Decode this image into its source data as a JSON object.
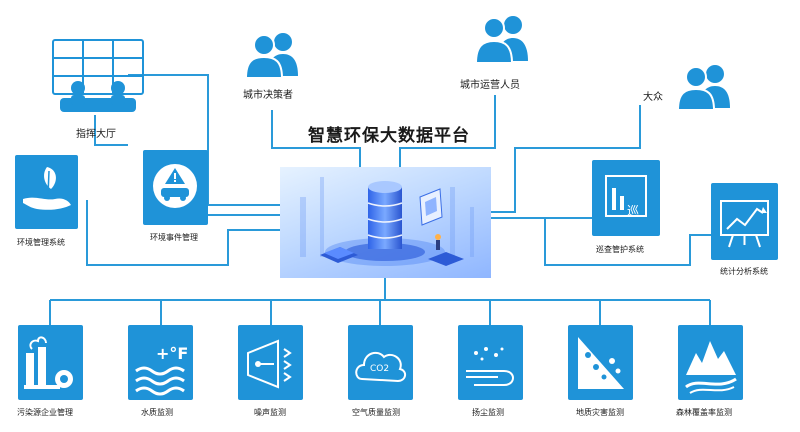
{
  "center": {
    "title": "智慧环保大数据平台"
  },
  "actors": {
    "command_hall": "指挥大厅",
    "city_decision_makers": "城市决策者",
    "city_operators": "城市运营人员",
    "public": "大众"
  },
  "systems": {
    "env_management": "环境管理系统",
    "env_event_management": "环境事件管理",
    "patrol_management": "巡查管护系统",
    "statistics_analysis": "统计分析系统"
  },
  "monitoring": [
    {
      "label": "污染源企业管理",
      "icon": "factory-icon"
    },
    {
      "label": "水质监测",
      "icon": "water-temperature-icon"
    },
    {
      "label": "噪声监测",
      "icon": "speaker-icon"
    },
    {
      "label": "空气质量监测",
      "icon": "co2-cloud-icon",
      "icon_text": "CO2"
    },
    {
      "label": "扬尘监测",
      "icon": "dust-icon"
    },
    {
      "label": "地质灾害监测",
      "icon": "landslide-icon"
    },
    {
      "label": "森林覆盖率监测",
      "icon": "forest-icon"
    }
  ],
  "patrol_icon_text": "巡",
  "colors": {
    "accent": "#1f93d8",
    "line": "#2a9ad9"
  }
}
